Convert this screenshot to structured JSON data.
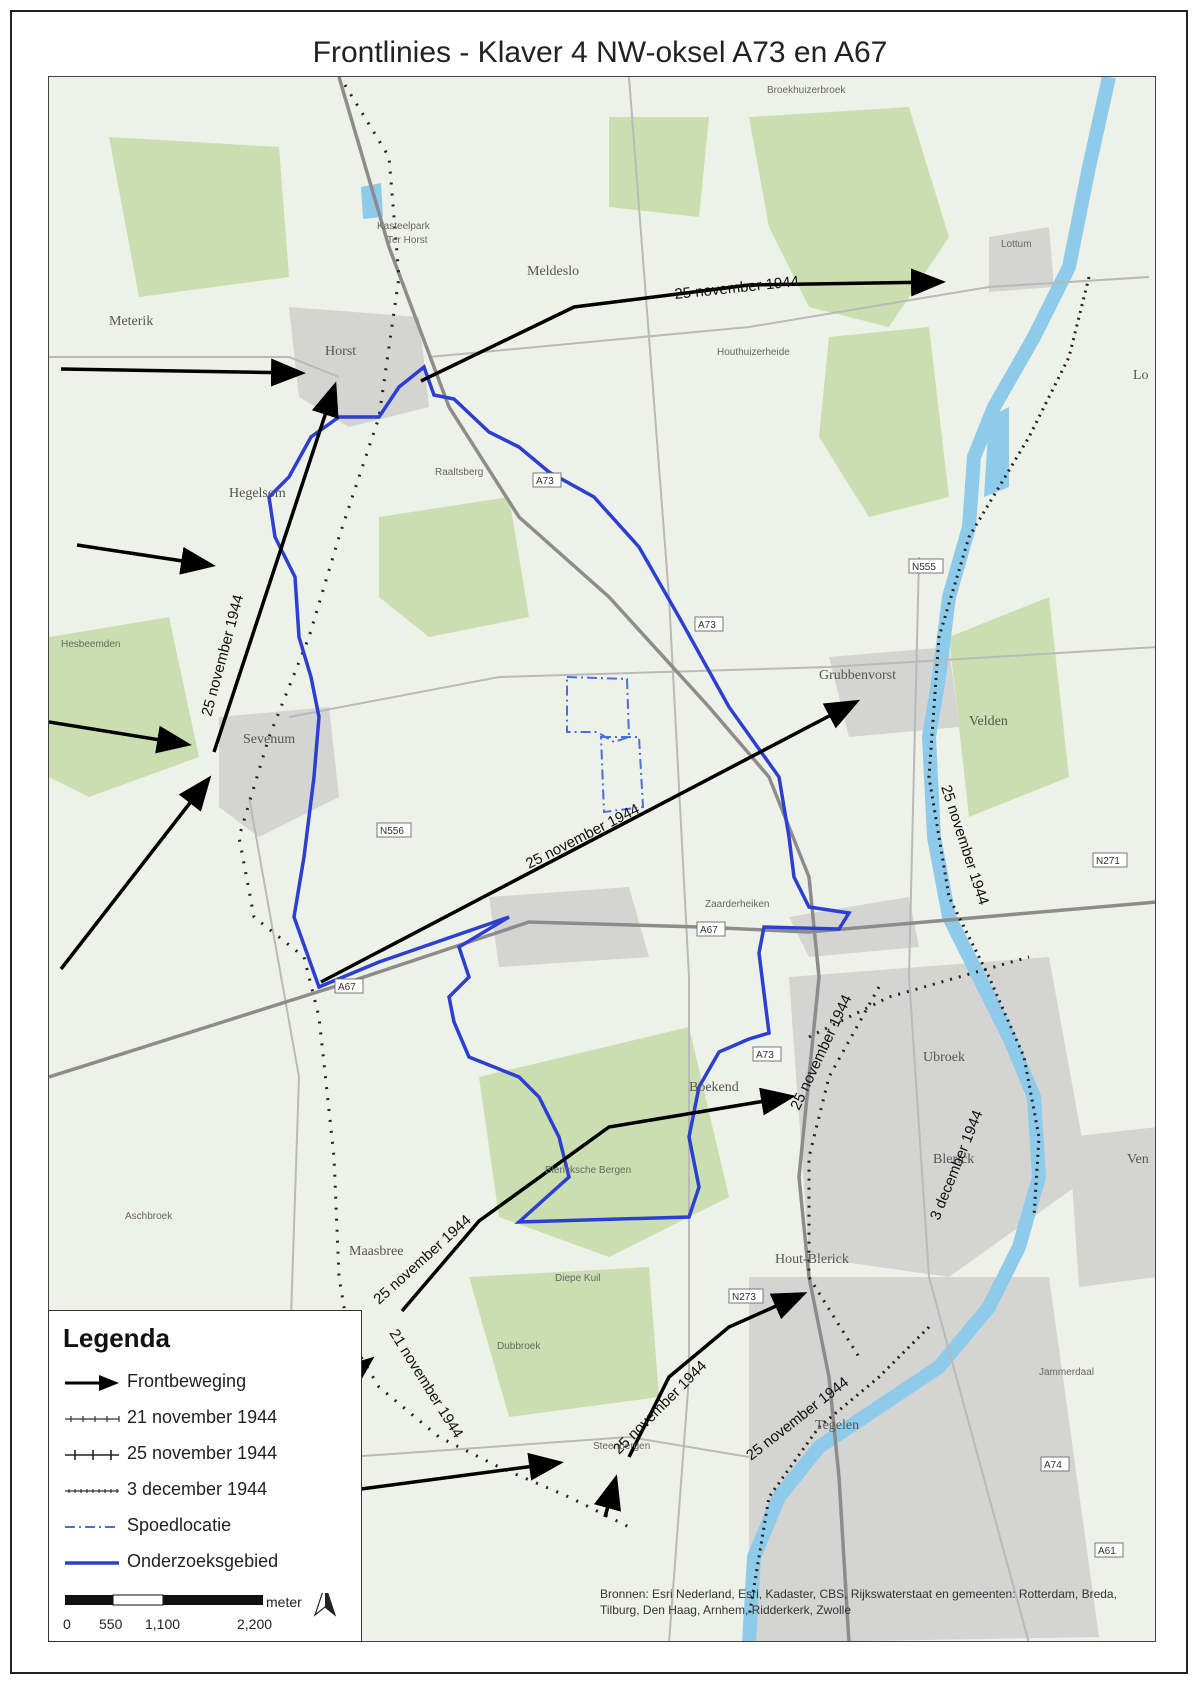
{
  "title": "Frontlinies - Klaver 4 NW-oksel A73 en A67",
  "places": {
    "broekhuizerbroek": "Broekhuizerbroek",
    "lottum": "Lottum",
    "kasteelpark": "Kasteelpark",
    "ter_horst": "Ter Horst",
    "meldeslo": "Meldeslo",
    "meterik": "Meterik",
    "horst": "Horst",
    "houthuizerheide": "Houthuizerheide",
    "lo": "Lo",
    "raaltsberg": "Raaltsberg",
    "hegelsom": "Hegelsom",
    "hesbeemden": "Hesbeemden",
    "grubbenvorst": "Grubbenvorst",
    "velden": "Velden",
    "sevenum": "Sevenum",
    "zaarderheiken": "Zaarderheiken",
    "ubroek": "Ubroek",
    "boekend": "Boekend",
    "blerick": "Blerick",
    "ven": "Ven",
    "aschbroek": "Aschbroek",
    "maasbree": "Maasbree",
    "hout_blerick": "Hout-Blerick",
    "diepe_kuil": "Diepe Kuil",
    "dubbroek": "Dubbroek",
    "steenbergen": "Steenbergen",
    "tegelen": "Tegelen",
    "jammerdaal": "Jammerdaal",
    "bergen": "Blericksche Bergen"
  },
  "roads": {
    "a73_north": "A73",
    "a73_mid": "A73",
    "a73_south": "A73",
    "a67_west": "A67",
    "a67_east": "A67",
    "n556": "N556",
    "n555": "N555",
    "n271": "N271",
    "n273": "N273",
    "a74": "A74",
    "a61": "A61"
  },
  "front_labels": {
    "north_east": "25 november 1944",
    "west_vertical": "25 november 1944",
    "centre": "25 november 1944",
    "maas_east": "25 november 1944",
    "boekend": "25 november 1944",
    "blerick_dec": "3 december 1944",
    "maasbree": "25 november 1944",
    "maasbree_rail": "21 november 1944",
    "south_arrow": "25 november 1944",
    "tegelen": "25 november 1944"
  },
  "legend": {
    "title": "Legenda",
    "items": [
      {
        "label": "Frontbeweging",
        "symbol": "arrow"
      },
      {
        "label": "21 november 1944",
        "symbol": "line-sparse-ticks"
      },
      {
        "label": "25 november 1944",
        "symbol": "line-ticks"
      },
      {
        "label": "3 december 1944",
        "symbol": "line-dense-ticks"
      },
      {
        "label": "Spoedlocatie",
        "symbol": "dash-dot-blue"
      },
      {
        "label": "Onderzoeksgebied",
        "symbol": "solid-blue"
      }
    ],
    "scale": {
      "unit": "meter",
      "ticks": [
        "0",
        "550",
        "1,100",
        "2,200"
      ]
    },
    "north": "N"
  },
  "sources": "Bronnen: Esri Nederland, Esri, Kadaster, CBS, Rijkswaterstaat en gemeenten: Rotterdam, Breda, Tilburg, Den Haag, Arnhem, Ridderkerk, Zwolle",
  "colors": {
    "study_area": "#2b3fd1",
    "urgent_location": "#4a6fd8",
    "river": "#7fc4e6",
    "forest": "#c4dba8",
    "urban": "#d2d2d0",
    "arrow": "#000000"
  }
}
